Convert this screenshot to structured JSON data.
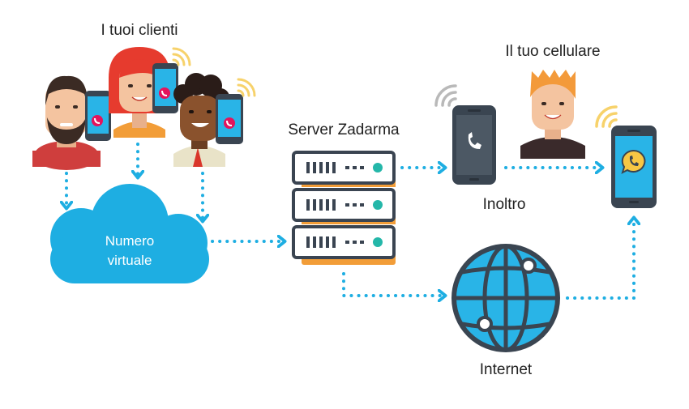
{
  "labels": {
    "clients": "I tuoi clienti",
    "cellphone": "Il tuo cellulare",
    "server": "Server Zadarma",
    "forward": "Inoltro",
    "internet": "Internet",
    "cloud_line1": "Numero",
    "cloud_line2": "virtuale"
  },
  "colors": {
    "accent": "#1eaee2",
    "phone_body": "#3a4551",
    "server_frame": "#3a4451",
    "led": "#24b7a9",
    "stripe": "#f29d38",
    "signal_gray": "#b9b9b9",
    "signal_yellow": "#f7d26b"
  }
}
